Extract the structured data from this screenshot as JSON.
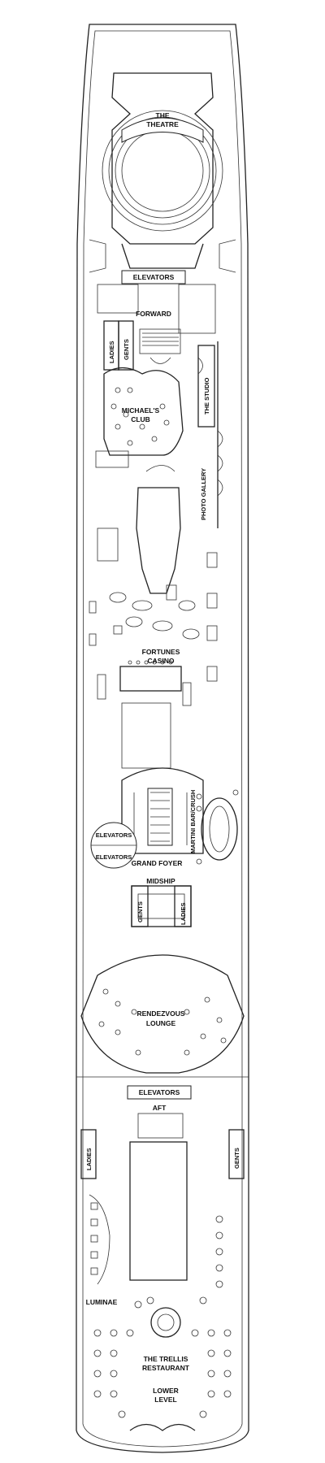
{
  "deck_plan": {
    "labels": {
      "theatre_line1": "THE",
      "theatre_line2": "THEATRE",
      "elevators_forward": "ELEVATORS",
      "forward": "FORWARD",
      "ladies_forward": "LADIES",
      "gents_forward": "GENTS",
      "studio": "THE STUDIO",
      "michaels_line1": "MICHAEL'S",
      "michaels_line2": "CLUB",
      "photo_gallery": "PHOTO GALLERY",
      "fortunes_line1": "FORTUNES",
      "fortunes_line2": "CASINO",
      "martini_bar": "MARTINI BAR/CRUSH",
      "elevators_mid_top": "ELEVATORS",
      "elevators_mid_bottom": "ELEVATORS",
      "grand_foyer": "GRAND FOYER",
      "midship": "MIDSHIP",
      "gents_mid": "GENTS",
      "ladies_mid": "LADIES",
      "rendezvous_line1": "RENDEZVOUS",
      "rendezvous_line2": "LOUNGE",
      "elevators_aft": "ELEVATORS",
      "aft": "AFT",
      "ladies_aft": "LADIES",
      "gents_aft": "GENTS",
      "luminae": "LUMINAE",
      "trellis_line1": "THE TRELLIS",
      "trellis_line2": "RESTAURANT",
      "lower_line1": "LOWER",
      "lower_line2": "LEVEL"
    }
  }
}
